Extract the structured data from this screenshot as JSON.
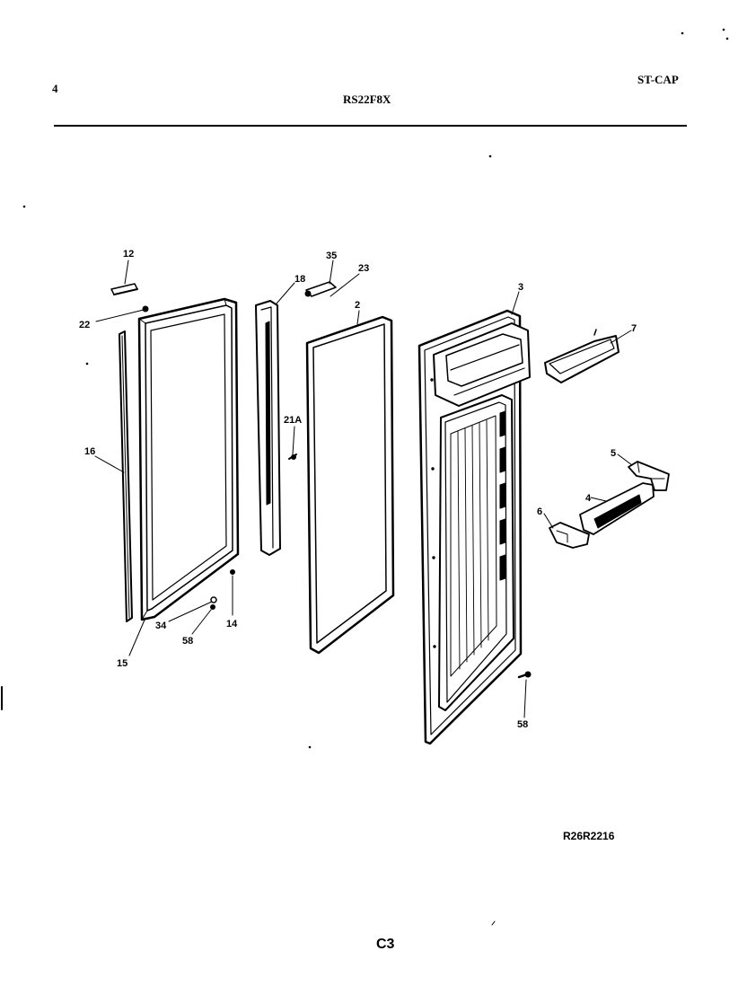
{
  "header": {
    "page_number": "4",
    "model_number": "RS22F8X",
    "manual_code": "ST-CAP"
  },
  "figure": {
    "figure_code": "R26R2216",
    "page_code": "C3"
  },
  "callouts": {
    "c12": "12",
    "c22": "22",
    "c15": "15",
    "c16": "16",
    "c18": "18",
    "c21a": "21A",
    "c35": "35",
    "c23": "23",
    "c2": "2",
    "c3": "3",
    "c7": "7",
    "c5": "5",
    "c4": "4",
    "c6": "6",
    "c34": "34",
    "c58a": "58",
    "c14": "14",
    "c58b": "58"
  }
}
